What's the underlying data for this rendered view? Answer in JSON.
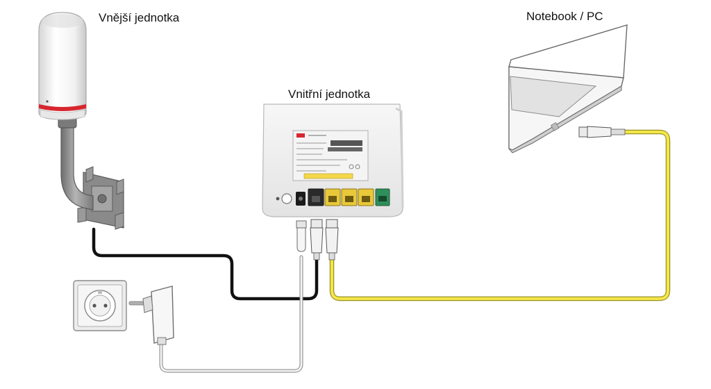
{
  "labels": {
    "outdoor_unit": "Vnější jednotka",
    "indoor_unit": "Vnitřní jednotka",
    "notebook_pc": "Notebook / PC"
  },
  "colors": {
    "ethernet_yellow": "#f2e64a",
    "ethernet_yellow_edge": "#9a9220",
    "ethernet_black": "#111111",
    "power_cable": "#f4f4f4",
    "lan_port": "#e9c83a",
    "phone_port": "#2f8f5a",
    "accent_red": "#d7262e"
  }
}
